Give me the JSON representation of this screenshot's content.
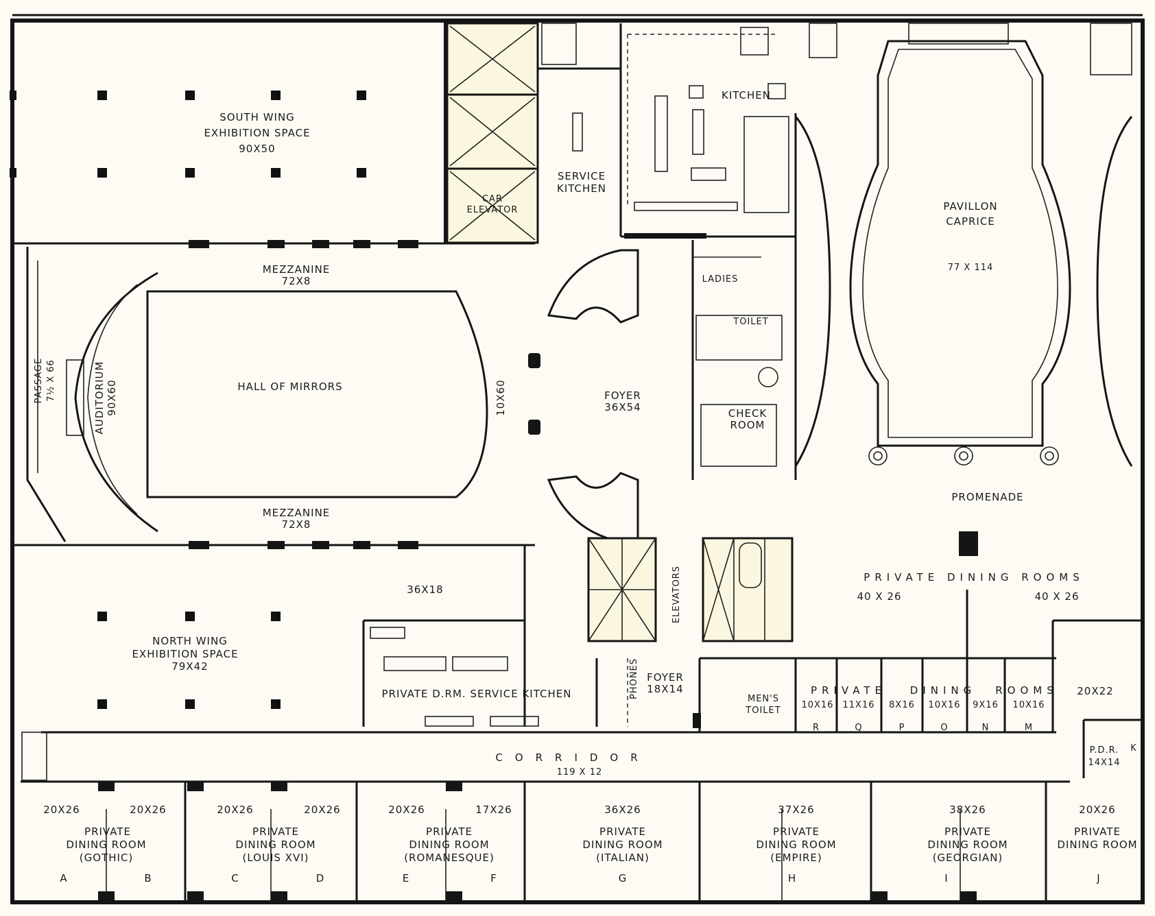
{
  "rooms": {
    "south_wing": {
      "line1": "SOUTH WING",
      "line2": "EXHIBITION SPACE",
      "size": "90X50"
    },
    "car_elevator": {
      "line1": "CAR",
      "line2": "ELEVATOR"
    },
    "service_kitchen": {
      "line1": "SERVICE",
      "line2": "KITCHEN"
    },
    "kitchen": "KITCHEN",
    "pavillon": {
      "line1": "PAVILLON",
      "line2": "CAPRICE",
      "size": "77 X 114"
    },
    "mezzanine_top": {
      "name": "MEZZANINE",
      "size": "72X8"
    },
    "mezzanine_bottom": {
      "name": "MEZZANINE",
      "size": "72X8"
    },
    "hall_of_mirrors": "HALL OF MIRRORS",
    "hall_width": "10X60",
    "auditorium": {
      "name": "AUDITORIUM",
      "size": "90X60"
    },
    "passage": {
      "name": "PASSAGE",
      "size": "7½ X 66"
    },
    "foyer_main": {
      "name": "FOYER",
      "size": "36X54"
    },
    "ladies": "LADIES",
    "toilet": "TOILET",
    "check_room": {
      "line1": "CHECK",
      "line2": "ROOM"
    },
    "promenade": "PROMENADE",
    "private_dining_rooms_label": "PRIVATE DINING ROOMS",
    "pdr_left_size": "40 X 26",
    "pdr_right_size": "40 X 26",
    "elevators": "ELEVATORS",
    "area_36x18": "36X18",
    "north_wing": {
      "line1": "NORTH WING",
      "line2": "EXHIBITION SPACE",
      "size": "79X42"
    },
    "private_kitchen": "PRIVATE D.RM. SERVICE KITCHEN",
    "phones": "PHONES",
    "foyer_small": {
      "name": "FOYER",
      "size": "18X14"
    },
    "mens_toilet": {
      "line1": "MEN'S",
      "line2": "TOILET"
    },
    "private_dining_rooms_row": {
      "words": [
        "PRIVATE",
        "DINING",
        "ROOMS"
      ]
    },
    "small_rooms": [
      {
        "size": "10X16",
        "letter": "R"
      },
      {
        "size": "11X16",
        "letter": "Q"
      },
      {
        "size": "8X16",
        "letter": "P"
      },
      {
        "size": "10X16",
        "letter": "O"
      },
      {
        "size": "9X16",
        "letter": "N"
      },
      {
        "size": "10X16",
        "letter": "M"
      }
    ],
    "room_20x22": "20X22",
    "pdr_k": {
      "name": "P.D.R.",
      "size": "14X14",
      "letter": "K"
    },
    "corridor": {
      "name": "CORRIDOR",
      "size": "119 X 12"
    }
  },
  "bottom_rooms": {
    "sizes": [
      "20X26",
      "20X26",
      "20X26",
      "20X26",
      "20X26",
      "17X26",
      "36X26",
      "37X26",
      "38X26",
      "20X26"
    ],
    "groups": [
      {
        "line1": "PRIVATE",
        "line2": "DINING ROOM",
        "style": "(GOTHIC)"
      },
      {
        "line1": "PRIVATE",
        "line2": "DINING ROOM",
        "style": "(LOUIS XVI)"
      },
      {
        "line1": "PRIVATE",
        "line2": "DINING ROOM",
        "style": "(ROMANESQUE)"
      },
      {
        "line1": "PRIVATE",
        "line2": "DINING ROOM",
        "style": "(ITALIAN)"
      },
      {
        "line1": "PRIVATE",
        "line2": "DINING ROOM",
        "style": "(EMPIRE)"
      },
      {
        "line1": "PRIVATE",
        "line2": "DINING ROOM",
        "style": "(GEORGIAN)"
      },
      {
        "line1": "PRIVATE",
        "line2": "DINING ROOM",
        "style": ""
      }
    ],
    "letters": [
      "A",
      "B",
      "C",
      "D",
      "E",
      "F",
      "G",
      "H",
      "I",
      "J"
    ]
  }
}
